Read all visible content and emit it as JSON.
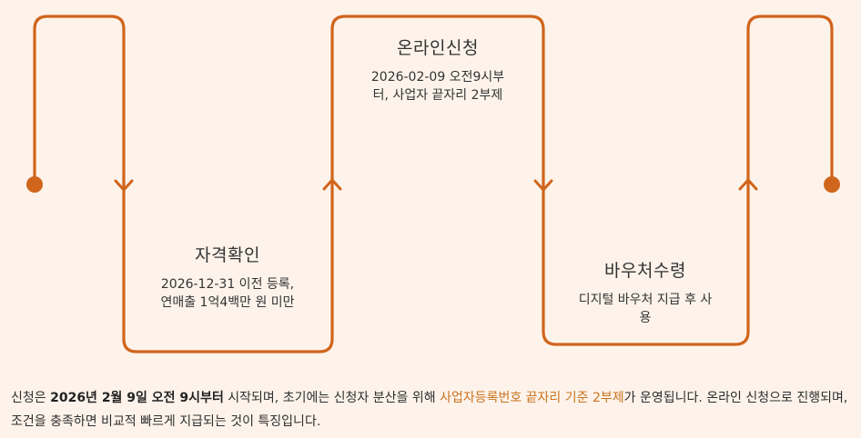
{
  "steps": [
    {
      "title": "자격확인",
      "desc": "2026-12-31 이전 등록, 연매출 1억4백만 원 미만"
    },
    {
      "title": "온라인신청",
      "desc": "2026-02-09 오전9시부터, 사업자 끝자리 2부제"
    },
    {
      "title": "바우처수령",
      "desc": "디지털 바우처 지급 후 사용"
    }
  ],
  "caption": {
    "part1": "신청은 ",
    "bold1": "2026년 2월 9일 오전 9시부터",
    "part2": " 시작되며, 초기에는 신청자 분산을 위해 ",
    "highlight": "사업자등록번호 끝자리 기준 2부제",
    "part3": "가 운영됩니다. 온라인 신청으로 진행되며, 조건을 충족하면 비교적 빠르게 지급되는 것이 특징입니다."
  },
  "colors": {
    "background": "#fdf3ea",
    "line": "#d0651c",
    "highlight": "#c9731e"
  }
}
